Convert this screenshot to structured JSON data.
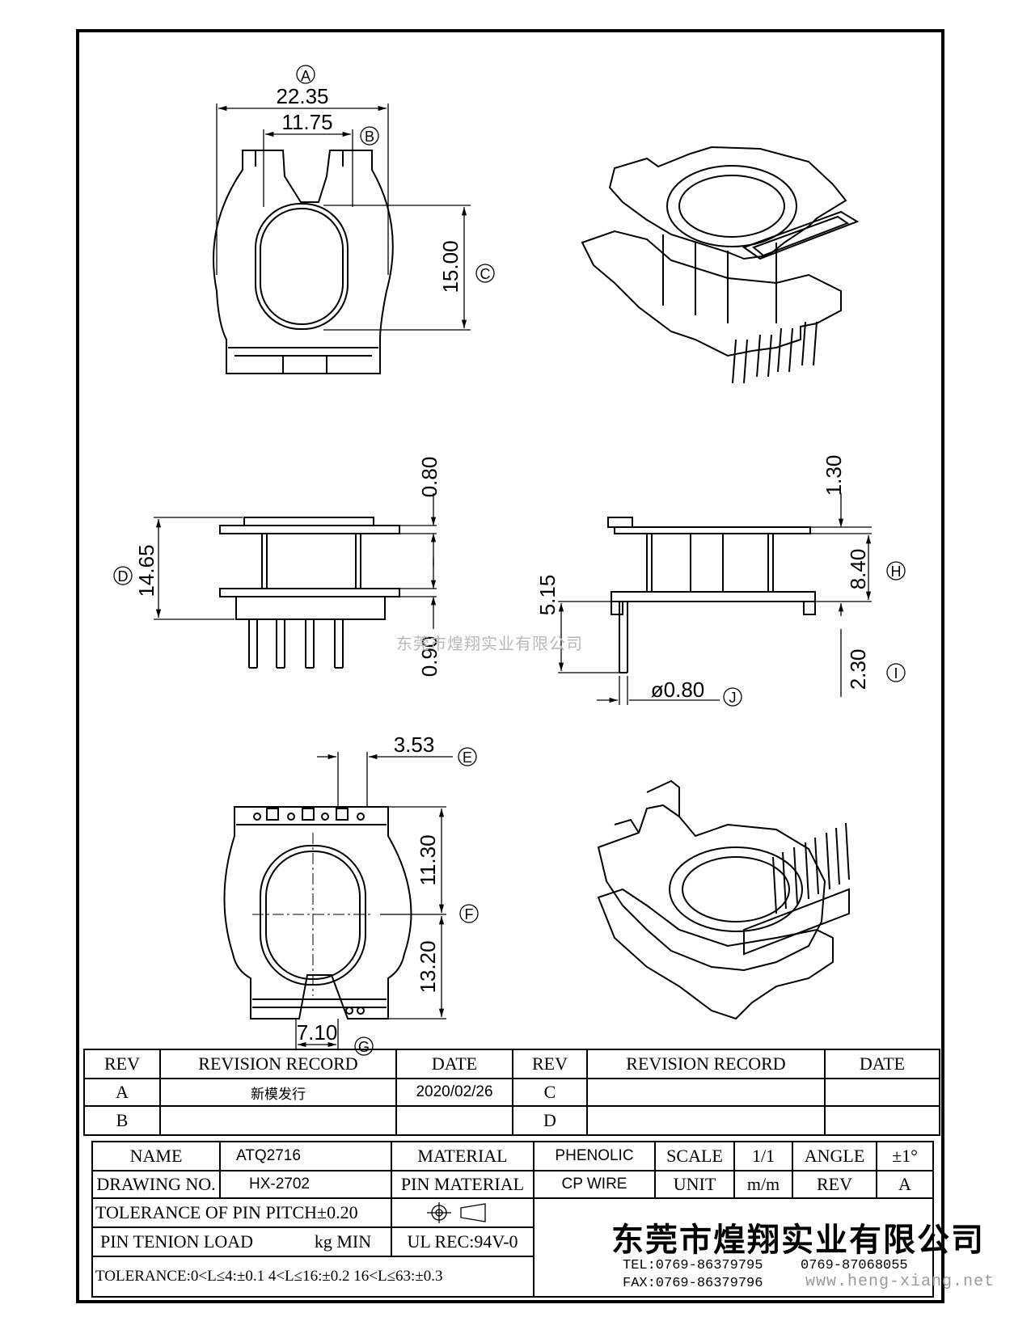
{
  "dimensions": {
    "A": {
      "circle": "A",
      "value": "22.35"
    },
    "B": {
      "circle": "B",
      "value": "11.75"
    },
    "C": {
      "circle": "C",
      "value": "15.00"
    },
    "D": {
      "circle": "D",
      "value": "14.65"
    },
    "top_gap": "0.80",
    "bottom_gap": "0.90",
    "E": {
      "circle": "E",
      "value": "3.53"
    },
    "F": {
      "circle": "F",
      "upper": "11.30",
      "lower": "13.20"
    },
    "G": {
      "circle": "G",
      "value": "7.10"
    },
    "H": {
      "circle": "H",
      "value": "8.40"
    },
    "I": {
      "circle": "I",
      "value": "2.30"
    },
    "J": {
      "circle": "J",
      "value": "ø0.80"
    },
    "top_flange": "1.30",
    "pin_len": "5.15"
  },
  "watermark": "东莞市煌翔实业有限公司",
  "revision_table": {
    "headers": [
      "REV",
      "REVISION RECORD",
      "DATE",
      "REV",
      "REVISION RECORD",
      "DATE"
    ],
    "rows": [
      {
        "rev": "A",
        "record": "新模发行",
        "date": "2020/02/26",
        "rev2": "C",
        "record2": "",
        "date2": ""
      },
      {
        "rev": "B",
        "record": "",
        "date": "",
        "rev2": "D",
        "record2": "",
        "date2": ""
      }
    ]
  },
  "title_block": {
    "name_label": "NAME",
    "name_value": "ATQ2716",
    "drawing_label": "DRAWING NO.",
    "drawing_value": "HX-2702",
    "material_label": "MATERIAL",
    "material_value": "PHENOLIC",
    "pin_material_label": "PIN MATERIAL",
    "pin_material_value": "CP WIRE",
    "scale_label": "SCALE",
    "scale_value": "1/1",
    "unit_label": "UNIT",
    "unit_value": "m/m",
    "angle_label": "ANGLE",
    "angle_value": "±1°",
    "rev_label": "REV",
    "rev_value": "A",
    "tolerance_pitch": "TOLERANCE OF PIN PITCH±0.20",
    "pin_tenion_label": "PIN TENION LOAD",
    "pin_tenion_unit": "kg MIN",
    "ul_rec": "UL REC:94V-0",
    "tolerance_general": "TOLERANCE:0<L≤4:±0.1  4<L≤16:±0.2  16<L≤63:±0.3",
    "company": "东莞市煌翔实业有限公司",
    "tel": "TEL:0769-86379795",
    "tel2": "0769-87068055",
    "fax": "FAX:0769-86379796",
    "website": "www.heng-xiang.net"
  }
}
